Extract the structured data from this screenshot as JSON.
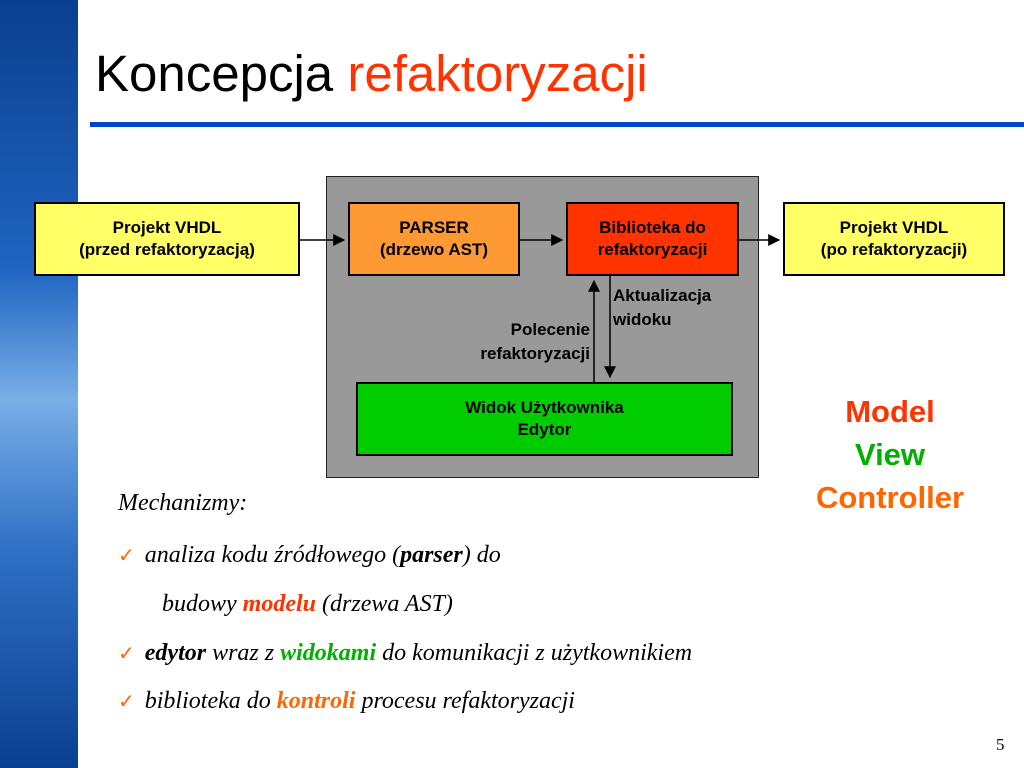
{
  "title": {
    "main": "Koncepcja",
    "accent": "refaktoryzacji"
  },
  "diagram": {
    "project_in": {
      "line1": "Projekt VHDL",
      "line2": "(przed refaktoryzacją)"
    },
    "parser": {
      "line1": "PARSER",
      "line2": "(drzewo AST)"
    },
    "library": {
      "line1": "Biblioteka do",
      "line2": "refaktoryzacji"
    },
    "project_out": {
      "line1": "Projekt VHDL",
      "line2": "(po refaktoryzacji)"
    },
    "view": {
      "line1": "Widok Użytkownika",
      "line2": "Edytor"
    },
    "label_command": {
      "line1": "Polecenie",
      "line2": "refaktoryzacji"
    },
    "label_update": {
      "line1": "Aktualizacja",
      "line2": "widoku"
    }
  },
  "mvc": {
    "model": "Model",
    "view": "View",
    "controller": "Controller"
  },
  "mechanisms": {
    "heading": "Mechanizmy:",
    "item1": {
      "pre": "analiza kodu źródłowego (",
      "bold": "parser",
      "post": ") do",
      "cont_pre": "budowy ",
      "cont_hl": "modelu",
      "cont_post": " (drzewa AST)"
    },
    "item2": {
      "bold": "edytor",
      "mid": " wraz z ",
      "hl": "widokami",
      "post": " do komunikacji z użytkownikiem"
    },
    "item3": {
      "pre": "biblioteka do ",
      "hl": "kontroli",
      "post": " procesu refaktoryzacji"
    }
  },
  "page_number": "5",
  "colors": {
    "accent_red": "#ff3300",
    "view_green": "#00b000",
    "controller_orange": "#ff6600",
    "rule_blue": "#0047c8"
  }
}
